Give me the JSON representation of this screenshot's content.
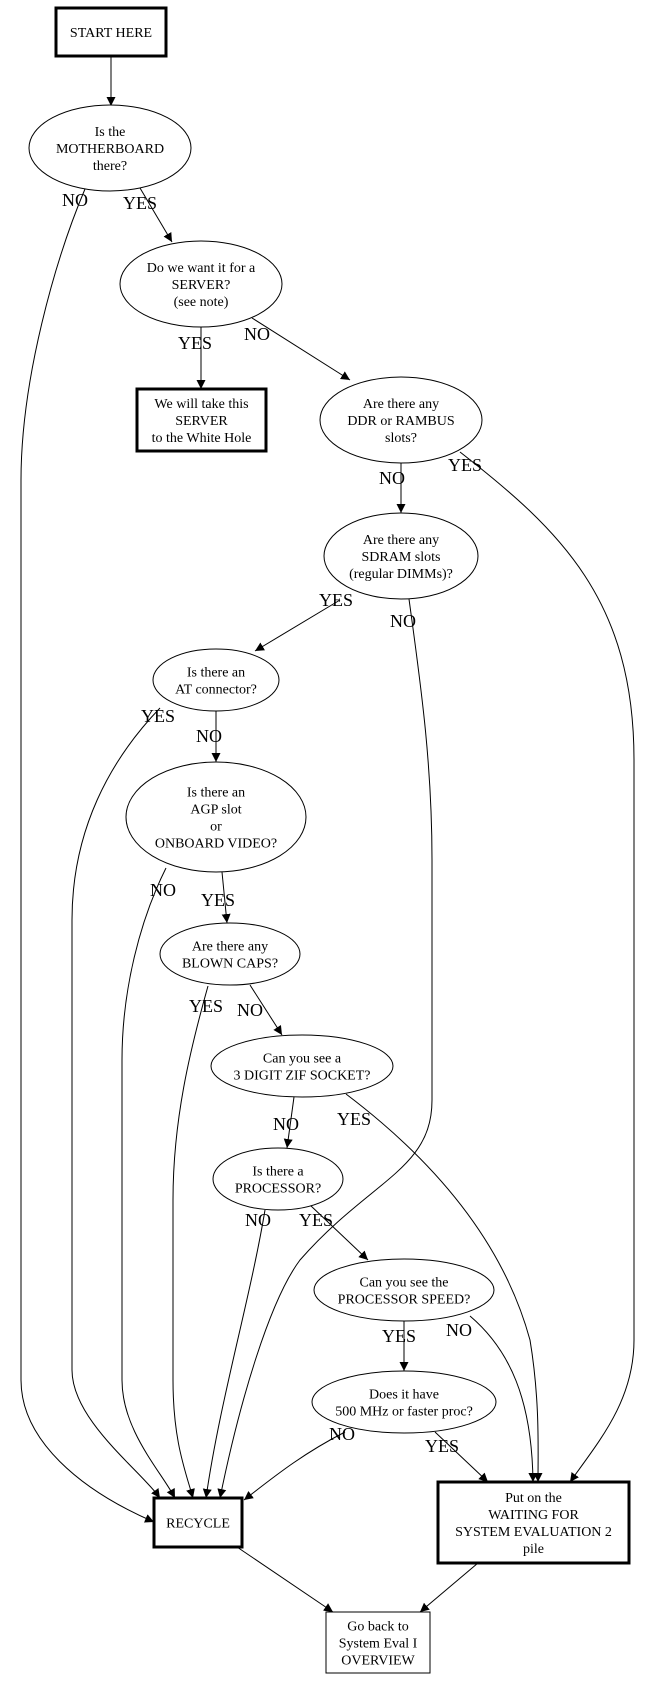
{
  "diagram": {
    "type": "flowchart",
    "colors": {
      "stroke": "#000000",
      "background": "#ffffff"
    },
    "nodes": [
      {
        "id": "start",
        "shape": "box-bold",
        "lines": [
          "START HERE"
        ]
      },
      {
        "id": "motherboard",
        "shape": "ellipse",
        "lines": [
          "Is the",
          "MOTHERBOARD",
          "there?"
        ]
      },
      {
        "id": "server",
        "shape": "ellipse",
        "lines": [
          "Do we want it for a",
          "SERVER?",
          "(see note)"
        ]
      },
      {
        "id": "whitehole",
        "shape": "box-bold",
        "lines": [
          "We will take this",
          "SERVER",
          "to the White Hole"
        ]
      },
      {
        "id": "ddr",
        "shape": "ellipse",
        "lines": [
          "Are there any",
          "DDR or RAMBUS",
          "slots?"
        ]
      },
      {
        "id": "sdram",
        "shape": "ellipse",
        "lines": [
          "Are there any",
          "SDRAM slots",
          "(regular DIMMs)?"
        ]
      },
      {
        "id": "at",
        "shape": "ellipse",
        "lines": [
          "Is there an",
          "AT connector?"
        ]
      },
      {
        "id": "agp",
        "shape": "ellipse",
        "lines": [
          "Is there an",
          "AGP slot",
          "or",
          "ONBOARD VIDEO?"
        ]
      },
      {
        "id": "caps",
        "shape": "ellipse",
        "lines": [
          "Are there any",
          "BLOWN CAPS?"
        ]
      },
      {
        "id": "zif",
        "shape": "ellipse",
        "lines": [
          "Can you see a",
          "3 DIGIT ZIF SOCKET?"
        ]
      },
      {
        "id": "processor",
        "shape": "ellipse",
        "lines": [
          "Is there a",
          "PROCESSOR?"
        ]
      },
      {
        "id": "speed",
        "shape": "ellipse",
        "lines": [
          "Can you see the",
          "PROCESSOR SPEED?"
        ]
      },
      {
        "id": "mhz",
        "shape": "ellipse",
        "lines": [
          "Does it have",
          "500 MHz or faster proc?"
        ]
      },
      {
        "id": "recycle",
        "shape": "box-bold",
        "lines": [
          "RECYCLE"
        ]
      },
      {
        "id": "waiting",
        "shape": "box-bold",
        "lines": [
          "Put on the",
          "WAITING FOR",
          "SYSTEM EVALUATION 2",
          "pile"
        ]
      },
      {
        "id": "goback",
        "shape": "box",
        "lines": [
          "Go back to",
          "System Eval I",
          "OVERVIEW"
        ]
      }
    ],
    "edges": [
      {
        "id": "e1",
        "from": "start",
        "to": "motherboard",
        "label": ""
      },
      {
        "id": "e2",
        "from": "motherboard",
        "to": "recycle",
        "label": "NO"
      },
      {
        "id": "e3",
        "from": "motherboard",
        "to": "server",
        "label": "YES"
      },
      {
        "id": "e4",
        "from": "server",
        "to": "whitehole",
        "label": "YES"
      },
      {
        "id": "e5",
        "from": "server",
        "to": "ddr",
        "label": "NO"
      },
      {
        "id": "e6",
        "from": "ddr",
        "to": "sdram",
        "label": "NO"
      },
      {
        "id": "e7",
        "from": "ddr",
        "to": "waiting",
        "label": "YES"
      },
      {
        "id": "e8",
        "from": "sdram",
        "to": "recycle",
        "label": "NO"
      },
      {
        "id": "e9",
        "from": "sdram",
        "to": "at",
        "label": "YES"
      },
      {
        "id": "e10",
        "from": "at",
        "to": "recycle",
        "label": "YES"
      },
      {
        "id": "e11",
        "from": "at",
        "to": "agp",
        "label": "NO"
      },
      {
        "id": "e12",
        "from": "agp",
        "to": "recycle",
        "label": "NO"
      },
      {
        "id": "e13",
        "from": "agp",
        "to": "caps",
        "label": "YES"
      },
      {
        "id": "e14",
        "from": "caps",
        "to": "recycle",
        "label": "YES"
      },
      {
        "id": "e15",
        "from": "caps",
        "to": "zif",
        "label": "NO"
      },
      {
        "id": "e16",
        "from": "zif",
        "to": "processor",
        "label": "NO"
      },
      {
        "id": "e17",
        "from": "zif",
        "to": "waiting",
        "label": "YES"
      },
      {
        "id": "e18",
        "from": "processor",
        "to": "recycle",
        "label": "NO"
      },
      {
        "id": "e19",
        "from": "processor",
        "to": "speed",
        "label": "YES"
      },
      {
        "id": "e20",
        "from": "speed",
        "to": "mhz",
        "label": "YES"
      },
      {
        "id": "e21",
        "from": "speed",
        "to": "waiting",
        "label": "NO"
      },
      {
        "id": "e22",
        "from": "mhz",
        "to": "recycle",
        "label": "NO"
      },
      {
        "id": "e23",
        "from": "mhz",
        "to": "waiting",
        "label": "YES"
      },
      {
        "id": "e24",
        "from": "recycle",
        "to": "goback",
        "label": ""
      },
      {
        "id": "e25",
        "from": "waiting",
        "to": "goback",
        "label": ""
      }
    ]
  }
}
